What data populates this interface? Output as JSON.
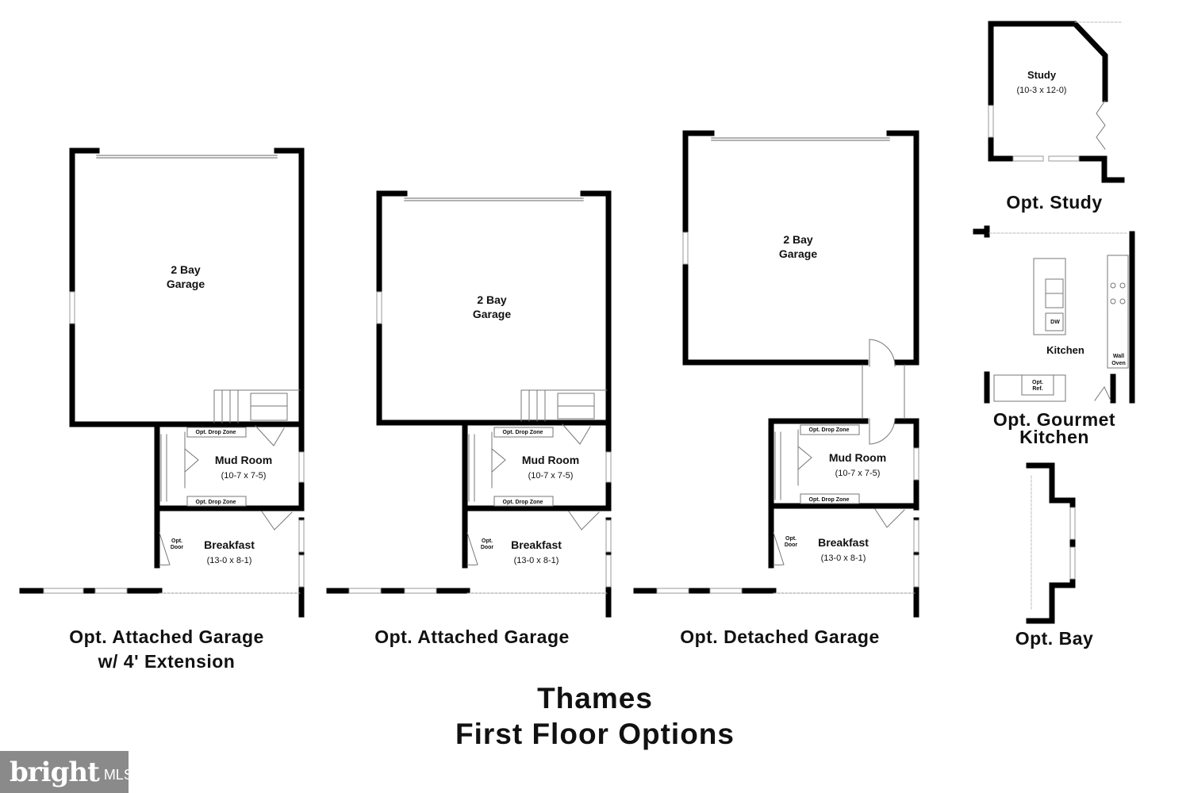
{
  "title": {
    "line1": "Thames",
    "line2": "First Floor Options"
  },
  "captions": {
    "ext_line1": "Opt. Attached Garage",
    "ext_line2": "w/ 4' Extension",
    "attached": "Opt. Attached Garage",
    "detached": "Opt. Detached Garage",
    "study": "Opt. Study",
    "kitchen_line1": "Opt. Gourmet",
    "kitchen_line2": "Kitchen",
    "bay": "Opt. Bay"
  },
  "rooms": {
    "garage_l1": "2 Bay",
    "garage_l2": "Garage",
    "mud_room": "Mud Room",
    "mud_room_dim": "(10-7 x 7-5)",
    "breakfast": "Breakfast",
    "breakfast_dim": "(13-0 x 8-1)",
    "drop_zone": "Opt. Drop Zone",
    "opt_door_l1": "Opt.",
    "opt_door_l2": "Door",
    "study": "Study",
    "study_dim": "(10-3 x 12-0)",
    "kitchen": "Kitchen",
    "dw": "DW",
    "opt_ref_l1": "Opt.",
    "opt_ref_l2": "Ref.",
    "wall_oven_l1": "Wall",
    "wall_oven_l2": "Oven"
  },
  "watermark": {
    "brand": "bright",
    "suffix": "MLS"
  },
  "colors": {
    "wall": "#000000",
    "watermark": "#8a8a8a",
    "background": "#ffffff"
  }
}
